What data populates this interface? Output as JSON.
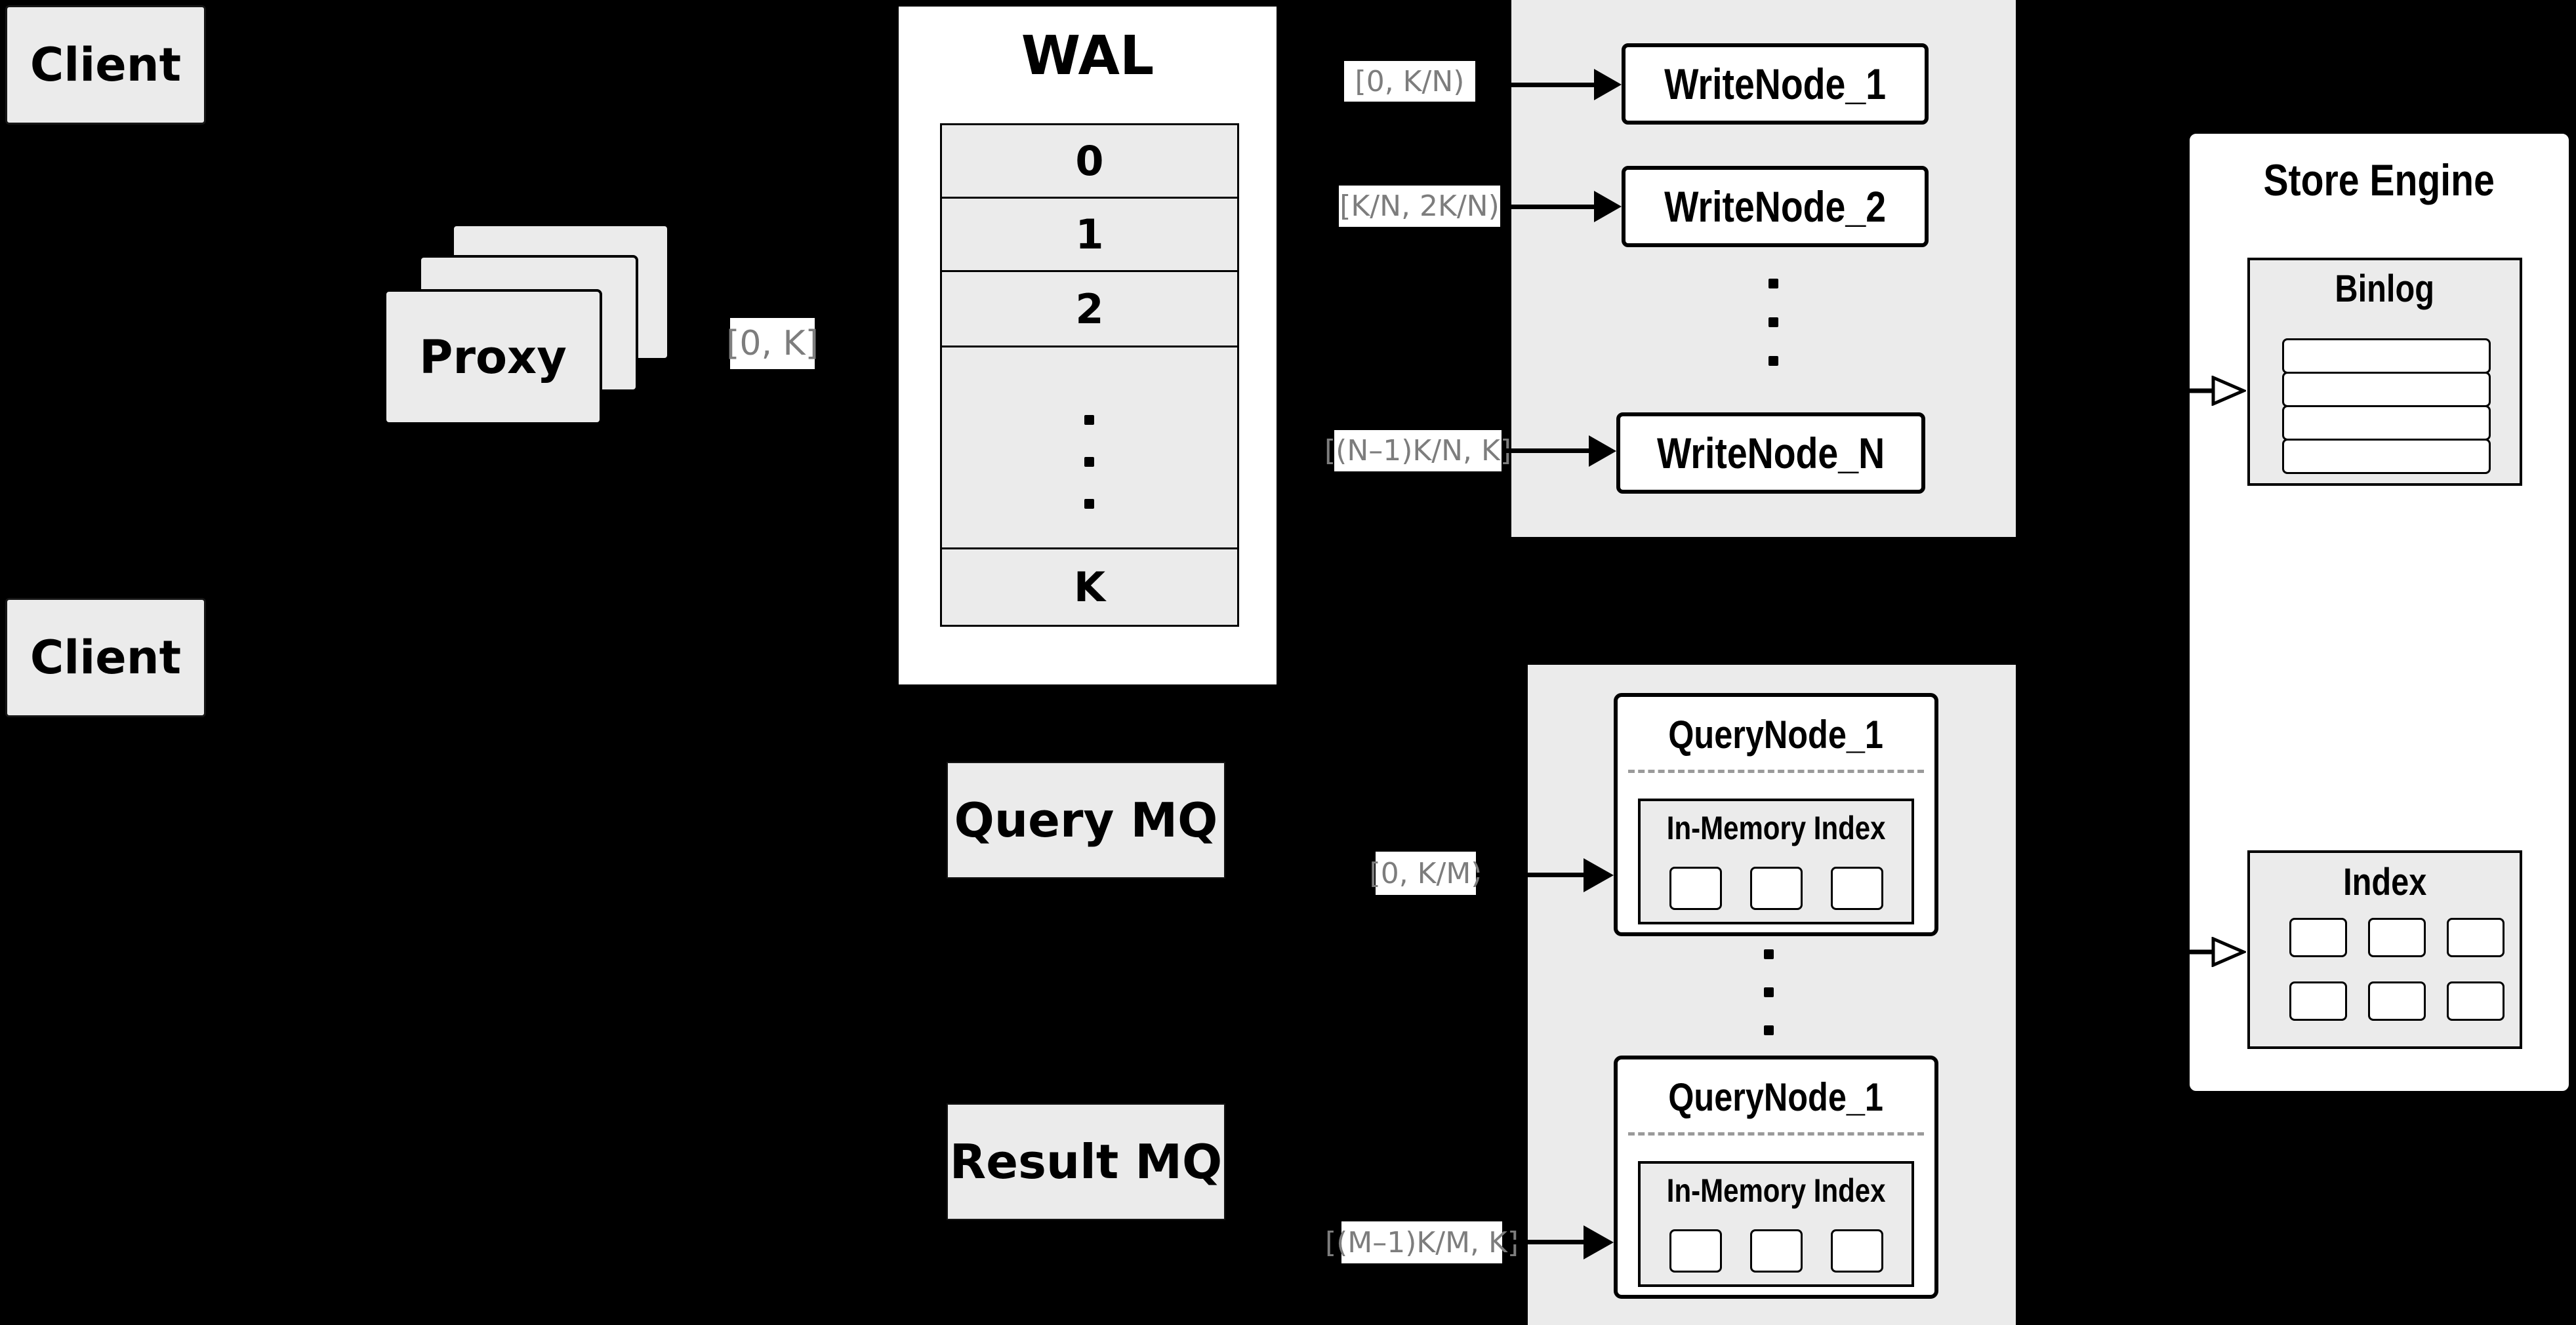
{
  "colors": {
    "background": "#000000",
    "panel_gray": "#ebebeb",
    "node_fill": "#ffffff",
    "border": "#000000",
    "range_label_text": "#7d7d7d",
    "dashed_divider": "#9a9a9a"
  },
  "clients": {
    "top": "Client",
    "bottom": "Client"
  },
  "proxy": {
    "label": "Proxy"
  },
  "labels": {
    "proxy_range": "[0, K]",
    "write_ranges": [
      "[0, K/N)",
      "[K/N, 2K/N)",
      "[(N–1)K/N, K]"
    ],
    "query_ranges": [
      "[0, K/M)",
      "[(M–1)K/M, K]"
    ]
  },
  "wal": {
    "title": "WAL",
    "rows": [
      "0",
      "1",
      "2",
      "K"
    ]
  },
  "write_nodes": [
    "WriteNode_1",
    "WriteNode_2",
    "WriteNode_N"
  ],
  "mq": {
    "query": "Query MQ",
    "result": "Result MQ"
  },
  "query_nodes": [
    {
      "title": "QueryNode_1",
      "memory_index": "In-Memory Index"
    },
    {
      "title": "QueryNode_1",
      "memory_index": "In-Memory Index"
    }
  ],
  "store_engine": {
    "title": "Store Engine",
    "binlog": "Binlog",
    "index": "Index"
  }
}
